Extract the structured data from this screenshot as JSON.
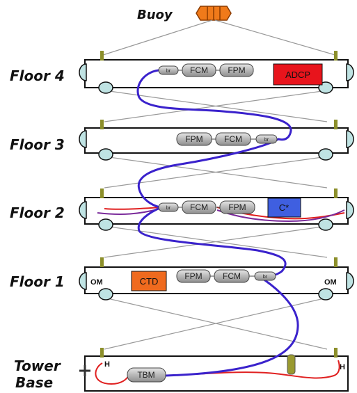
{
  "buoy": {
    "label": "Buoy"
  },
  "floors": {
    "floor4": {
      "label": "Floor 4",
      "modules": [
        "br",
        "FCM",
        "FPM"
      ],
      "instrument": "ADCP"
    },
    "floor3": {
      "label": "Floor 3",
      "modules": [
        "FPM",
        "FCM",
        "br"
      ]
    },
    "floor2": {
      "label": "Floor 2",
      "modules": [
        "br",
        "FCM",
        "FPM"
      ],
      "instrument": "C*"
    },
    "floor1": {
      "label": "Floor 1",
      "modules": [
        "FPM",
        "FCM",
        "br"
      ],
      "instrument": "CTD",
      "om_left": "OM",
      "om_right": "OM"
    },
    "base": {
      "label_line1": "Tower",
      "label_line2": "Base",
      "module": "TBM",
      "h_left": "H",
      "h_right": "H"
    }
  },
  "colors": {
    "adcp": "#e8141c",
    "ctd": "#ef6a1e",
    "cstar": "#3f5fe0",
    "buoy": "#f07a1a",
    "main_cable": "#3a22cc",
    "red_cable": "#e02020",
    "purple_cable": "#7a2a9a",
    "sphere": "#bfe3e3",
    "hook": "#8c8f2a",
    "module_fill": "#bcbcbc"
  }
}
